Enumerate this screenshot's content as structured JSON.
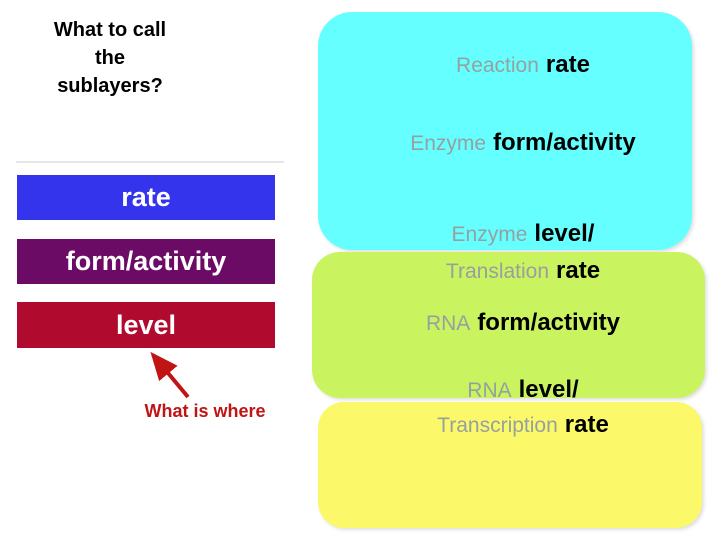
{
  "slide": {
    "background": "#ffffff",
    "title": {
      "lines": [
        "What to call",
        "the",
        "sublayers?"
      ]
    },
    "bars": [
      {
        "label": "rate",
        "color": "#3434ec",
        "text_color": "#ffffff"
      },
      {
        "label": "form/activity",
        "color": "#6b0b66",
        "text_color": "#ffffff"
      },
      {
        "label": "level",
        "color": "#b00a2e",
        "text_color": "#ffffff"
      }
    ],
    "annotation": {
      "label": "What is where",
      "color": "#c11414",
      "arrow": "points-from-label-up-to-level-bar"
    },
    "layers": [
      {
        "name": "top-layer",
        "color": "#66ffff"
      },
      {
        "name": "middle-layer",
        "color": "#caf45f"
      },
      {
        "name": "bottom-layer",
        "color": "#fbf969"
      }
    ],
    "label_colors": {
      "prefix": "#97a0a1",
      "bold": "#000000"
    },
    "labels": [
      {
        "prefix": "Reaction",
        "bold": "rate"
      },
      {
        "prefix": "Enzyme",
        "bold": "form/activity"
      },
      {
        "prefix": "Enzyme",
        "bold": "level/"
      },
      {
        "prefix": "Translation",
        "bold": "rate"
      },
      {
        "prefix": "RNA",
        "bold": "form/activity"
      },
      {
        "prefix": "RNA",
        "bold": "level/"
      },
      {
        "prefix": "Transcription",
        "bold": "rate"
      }
    ]
  }
}
